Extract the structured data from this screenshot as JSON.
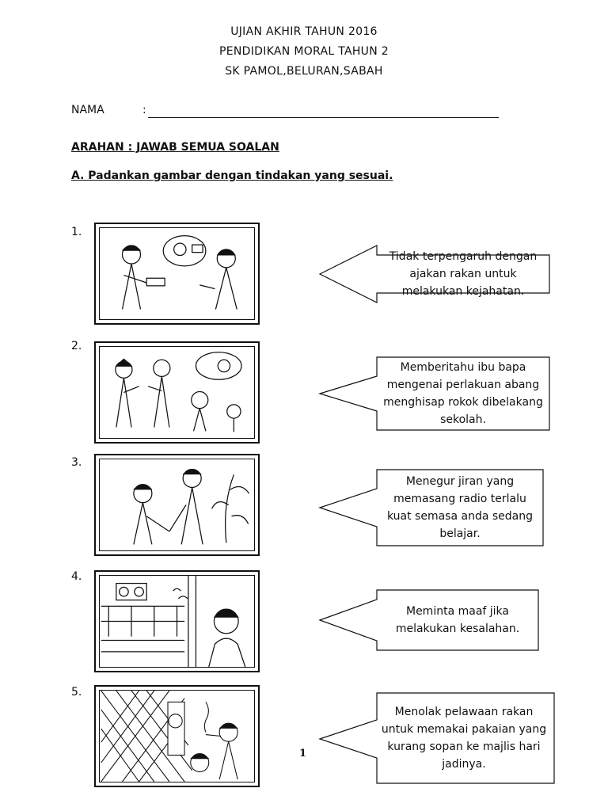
{
  "header": {
    "line1": "UJIAN AKHIR TAHUN 2016",
    "line2": "PENDIDIKAN MORAL TAHUN 2",
    "line3": "SK PAMOL,BELURAN,SABAH"
  },
  "name_field": {
    "label": "NAMA",
    "colon": ":"
  },
  "instructions": "ARAHAN : JAWAB SEMUA SOALAN",
  "section_a": "A. Padankan gambar dengan tindakan yang sesuai.",
  "questions": [
    {
      "number": "1.",
      "answer": "Tidak terpengaruh dengan ajakan rakan untuk melakukan kejahatan."
    },
    {
      "number": "2.",
      "answer": "Memberitahu ibu bapa mengenai perlakuan abang menghisap rokok dibelakang sekolah."
    },
    {
      "number": "3.",
      "answer": "Menegur jiran yang memasang radio terlalu kuat semasa anda sedang belajar."
    },
    {
      "number": "4.",
      "answer": "Meminta maaf jika melakukan kesalahan."
    },
    {
      "number": "5.",
      "answer": "Menolak pelawaan rakan untuk memakai pakaian yang kurang sopan ke majlis hari jadinya."
    }
  ],
  "page_number": "1"
}
